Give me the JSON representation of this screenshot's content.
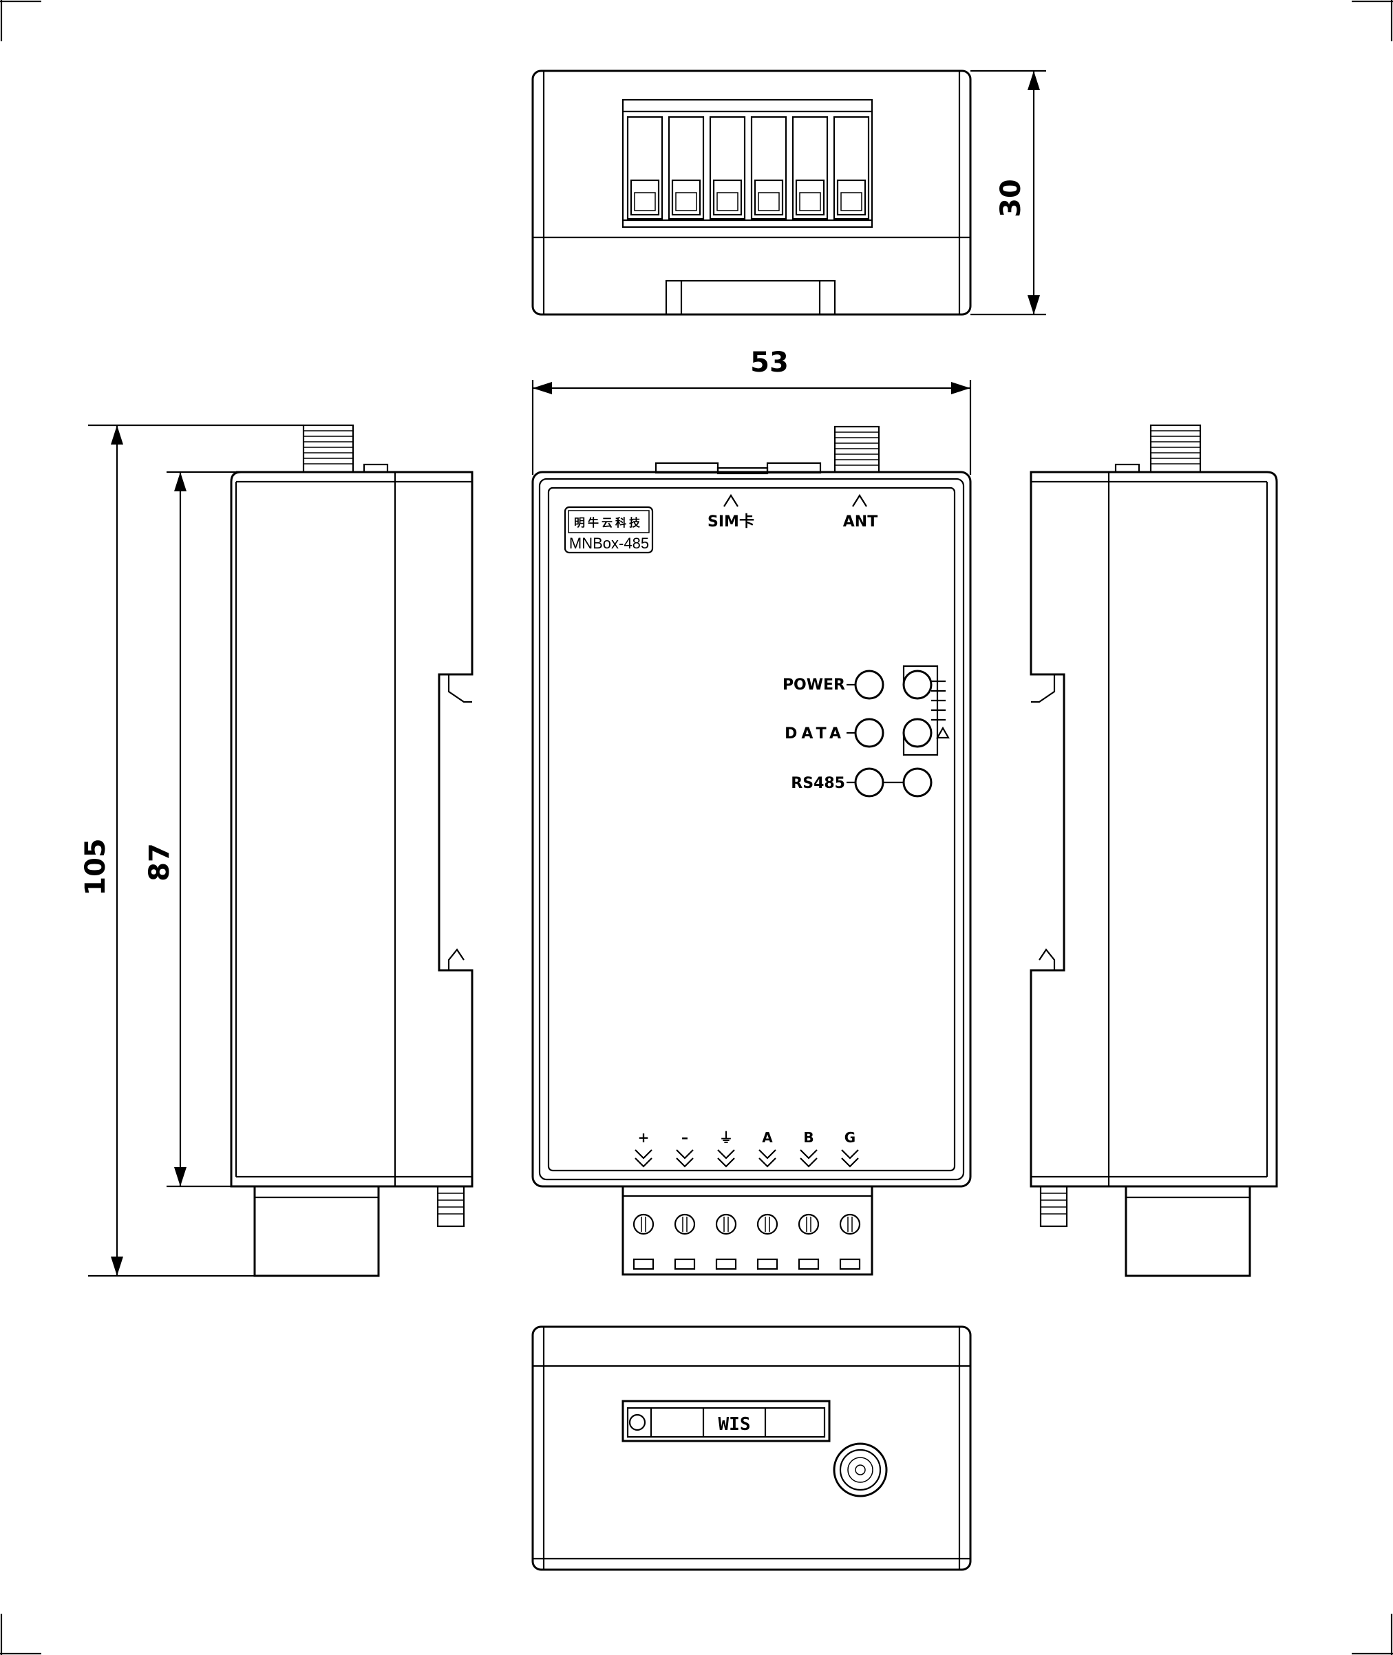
{
  "dimensions": {
    "top_height": "30",
    "width": "53",
    "total_height": "105",
    "body_height": "87"
  },
  "front": {
    "logo_cn": "明牛云科技",
    "model": "MNBox-485",
    "sim_label": "SIM卡",
    "ant_label": "ANT",
    "indicators": [
      "POWER",
      "DATA",
      "RS485"
    ],
    "terminals": [
      "+",
      "–",
      "⏚",
      "A",
      "B",
      "G"
    ]
  },
  "bottom": {
    "slot_label": "WIS"
  }
}
